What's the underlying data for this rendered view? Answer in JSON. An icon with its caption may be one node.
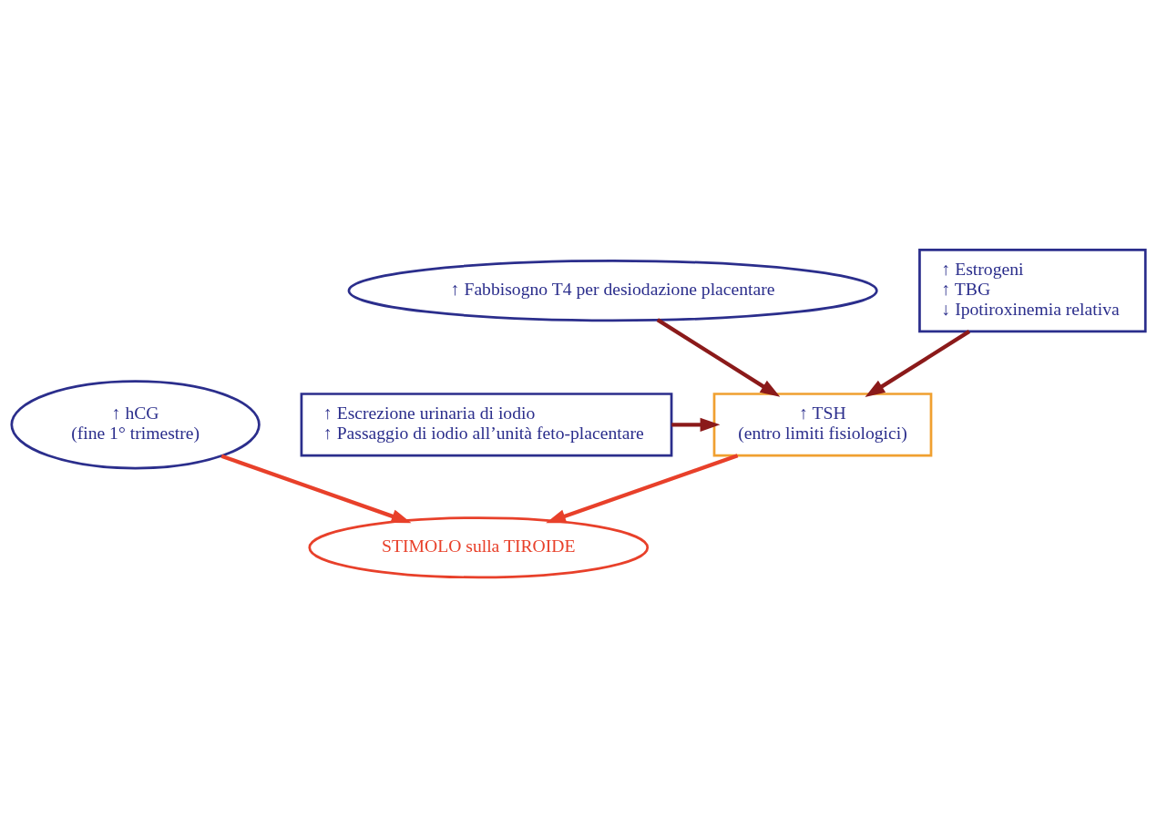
{
  "diagram": {
    "nodes": [
      {
        "text": [
          "↑ Fabbisogno T4 per desiodazione placentare"
        ]
      },
      {
        "text": [
          "↑ Estrogeni",
          "↑ TBG",
          "↓ Ipotiroxinemia relativa"
        ]
      },
      {
        "text": [
          "↑ Escrezione urinaria di iodio",
          "↑ Passaggio di iodio all’unità feto-placentare"
        ]
      },
      {
        "text": [
          "↑ TSH",
          "(entro limiti fisiologici)"
        ]
      },
      {
        "text": [
          "↑ hCG",
          "(fine 1° trimestre)"
        ]
      },
      {
        "text": [
          "STIMOLO sulla TIROIDE"
        ]
      }
    ],
    "edges": [
      {
        "from": 0,
        "to": 3,
        "arrow": "to"
      },
      {
        "from": 1,
        "to": 3,
        "arrow": "to"
      },
      {
        "from": 2,
        "to": 3,
        "arrow": "to"
      },
      {
        "from": 3,
        "to": 5,
        "arrow": "to",
        "color": "#e8402a"
      },
      {
        "from": 4,
        "to": 5,
        "arrow": "to",
        "color": "#e8402a"
      }
    ]
  }
}
